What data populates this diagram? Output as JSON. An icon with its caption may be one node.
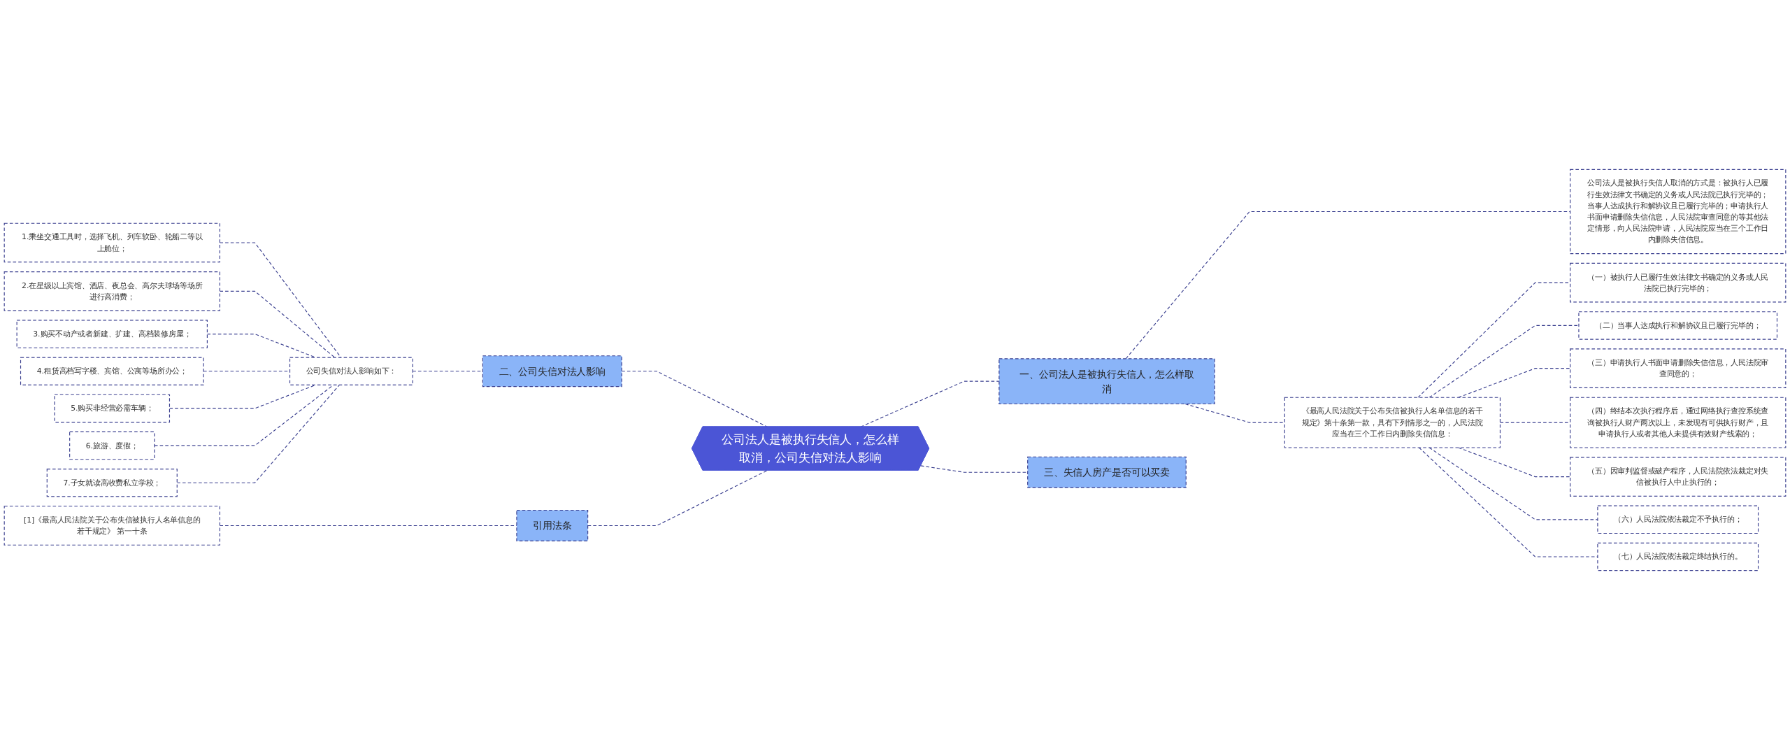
{
  "diagram": {
    "nodes": [
      {
        "text": [
          "公司法人是被执行失信人，怎么样取消，公司失信对法人影响"
        ]
      },
      {
        "text": [
          "一、公司法人是被执行失信人，怎么样取消"
        ]
      },
      {
        "text": [
          "公司法人是被执行失信人取消的方式是：被执行人已履行生效法律文书确定的义务或人民法院已执行完毕的；当事人达成执行和解协议且已履行完毕的；申请执行人书面申请删除失信信息，人民法院审查同意的等其他法定情形，向人民法院申请，人民法院应当在三个工作日内删除失信信息。"
        ]
      },
      {
        "text": [
          "《最高人民法院关于公布失信被执行人名单信息的若干规定》第十条第一款，具有下列情形之一的，人民法院应当在三个工作日内删除失信信息："
        ]
      },
      {
        "text": [
          "（一）被执行人已履行生效法律文书确定的义务或人民法院已执行完毕的；"
        ]
      },
      {
        "text": [
          "（二）当事人达成执行和解协议且已履行完毕的；"
        ]
      },
      {
        "text": [
          "（三）申请执行人书面申请删除失信信息，人民法院审查同意的；"
        ]
      },
      {
        "text": [
          "（四）终结本次执行程序后，通过网络执行查控系统查询被执行人财产两次以上，未发现有可供执行财产，且申请执行人或者其他人未提供有效财产线索的；"
        ]
      },
      {
        "text": [
          "（五）因审判监督或破产程序，人民法院依法裁定对失信被执行人中止执行的；"
        ]
      },
      {
        "text": [
          "（六）人民法院依法裁定不予执行的；"
        ]
      },
      {
        "text": [
          "（七）人民法院依法裁定终结执行的。"
        ]
      },
      {
        "text": [
          "二、公司失信对法人影响"
        ]
      },
      {
        "text": [
          "公司失信对法人影响如下："
        ]
      },
      {
        "text": [
          "1.乘坐交通工具时，选择飞机、列车软卧、轮船二等以上舱位；"
        ]
      },
      {
        "text": [
          "2.在星级以上宾馆、酒店、夜总会、高尔夫球场等场所进行高消费；"
        ]
      },
      {
        "text": [
          "3.购买不动产或者新建、扩建、高档装修房屋；"
        ]
      },
      {
        "text": [
          "4.租赁高档写字楼、宾馆、公寓等场所办公；"
        ]
      },
      {
        "text": [
          "5.购买非经营必需车辆；"
        ]
      },
      {
        "text": [
          "6.旅游、度假；"
        ]
      },
      {
        "text": [
          "7.子女就读高收费私立学校；"
        ]
      },
      {
        "text": [
          "引用法条"
        ]
      },
      {
        "text": [
          "[1]《最高人民法院关于公布失信被执行人名单信息的若干规定》 第一十条"
        ]
      },
      {
        "text": [
          "三、失信人房产是否可以买卖"
        ]
      }
    ],
    "edges": [
      {
        "from": 0,
        "to": 1,
        "arrow": "none",
        "style": "dashed"
      },
      {
        "from": 1,
        "to": 2,
        "arrow": "none",
        "style": "dashed"
      },
      {
        "from": 1,
        "to": 3,
        "arrow": "none",
        "style": "dashed"
      },
      {
        "from": 3,
        "to": 4,
        "arrow": "none",
        "style": "dashed"
      },
      {
        "from": 3,
        "to": 5,
        "arrow": "none",
        "style": "dashed"
      },
      {
        "from": 3,
        "to": 6,
        "arrow": "none",
        "style": "dashed"
      },
      {
        "from": 3,
        "to": 7,
        "arrow": "none",
        "style": "dashed"
      },
      {
        "from": 3,
        "to": 8,
        "arrow": "none",
        "style": "dashed"
      },
      {
        "from": 3,
        "to": 9,
        "arrow": "none",
        "style": "dashed"
      },
      {
        "from": 3,
        "to": 10,
        "arrow": "none",
        "style": "dashed"
      },
      {
        "from": 0,
        "to": 11,
        "arrow": "none",
        "style": "dashed"
      },
      {
        "from": 11,
        "to": 12,
        "arrow": "none",
        "style": "dashed"
      },
      {
        "from": 12,
        "to": 13,
        "arrow": "none",
        "style": "dashed"
      },
      {
        "from": 12,
        "to": 14,
        "arrow": "none",
        "style": "dashed"
      },
      {
        "from": 12,
        "to": 15,
        "arrow": "none",
        "style": "dashed"
      },
      {
        "from": 12,
        "to": 16,
        "arrow": "none",
        "style": "dashed"
      },
      {
        "from": 12,
        "to": 17,
        "arrow": "none",
        "style": "dashed"
      },
      {
        "from": 12,
        "to": 18,
        "arrow": "none",
        "style": "dashed"
      },
      {
        "from": 12,
        "to": 19,
        "arrow": "none",
        "style": "dashed"
      },
      {
        "from": 0,
        "to": 20,
        "arrow": "none",
        "style": "dashed"
      },
      {
        "from": 20,
        "to": 21,
        "arrow": "none",
        "style": "dashed"
      },
      {
        "from": 0,
        "to": 22,
        "arrow": "none",
        "style": "dashed"
      }
    ]
  }
}
